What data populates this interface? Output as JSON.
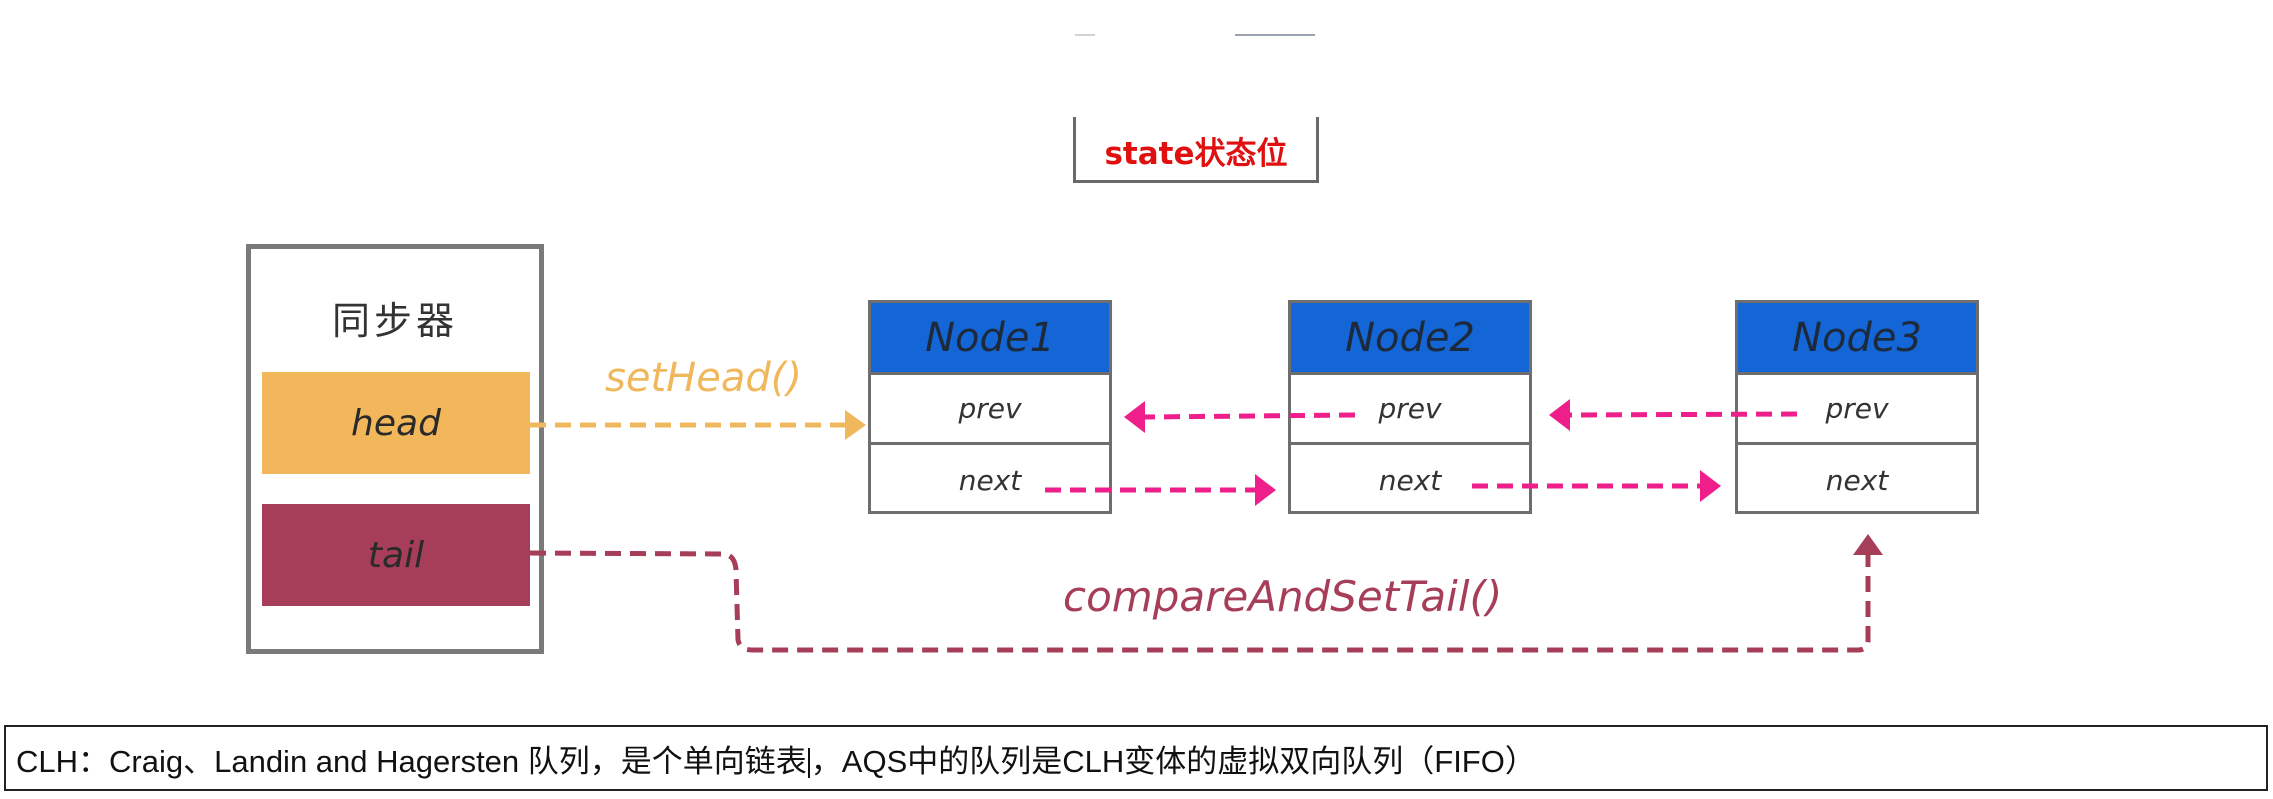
{
  "state": {
    "label": "state状态位",
    "color": "#e01010"
  },
  "synchronizer": {
    "title": "同步器",
    "fields": [
      {
        "name": "head",
        "color": "#f2b75b"
      },
      {
        "name": "tail",
        "color": "#a63d59"
      }
    ]
  },
  "nodes": [
    {
      "title": "Node1",
      "fields": [
        "prev",
        "next"
      ]
    },
    {
      "title": "Node2",
      "fields": [
        "prev",
        "next"
      ]
    },
    {
      "title": "Node3",
      "fields": [
        "prev",
        "next"
      ]
    }
  ],
  "node_header_color": "#1466d6",
  "links": {
    "set_head": {
      "label": "setHead()",
      "color": "#f0b85c",
      "from": "head",
      "to": "Node1"
    },
    "compare_and_set_tail": {
      "label": "compareAndSetTail()",
      "color": "#a63d59",
      "from": "tail",
      "to": "Node3"
    },
    "next_prev_color": "#ee1f8a",
    "next_links": [
      {
        "from": "Node1.next",
        "to": "Node2"
      },
      {
        "from": "Node2.next",
        "to": "Node3"
      }
    ],
    "prev_links": [
      {
        "from": "Node2.prev",
        "to": "Node1"
      },
      {
        "from": "Node3.prev",
        "to": "Node2"
      }
    ]
  },
  "caption": {
    "before_cursor": "CLH：Craig、Landin and Hagersten 队列，是个单向链表",
    "after_cursor": "，AQS中的队列是CLH变体的虚拟双向队列（FIFO）"
  }
}
